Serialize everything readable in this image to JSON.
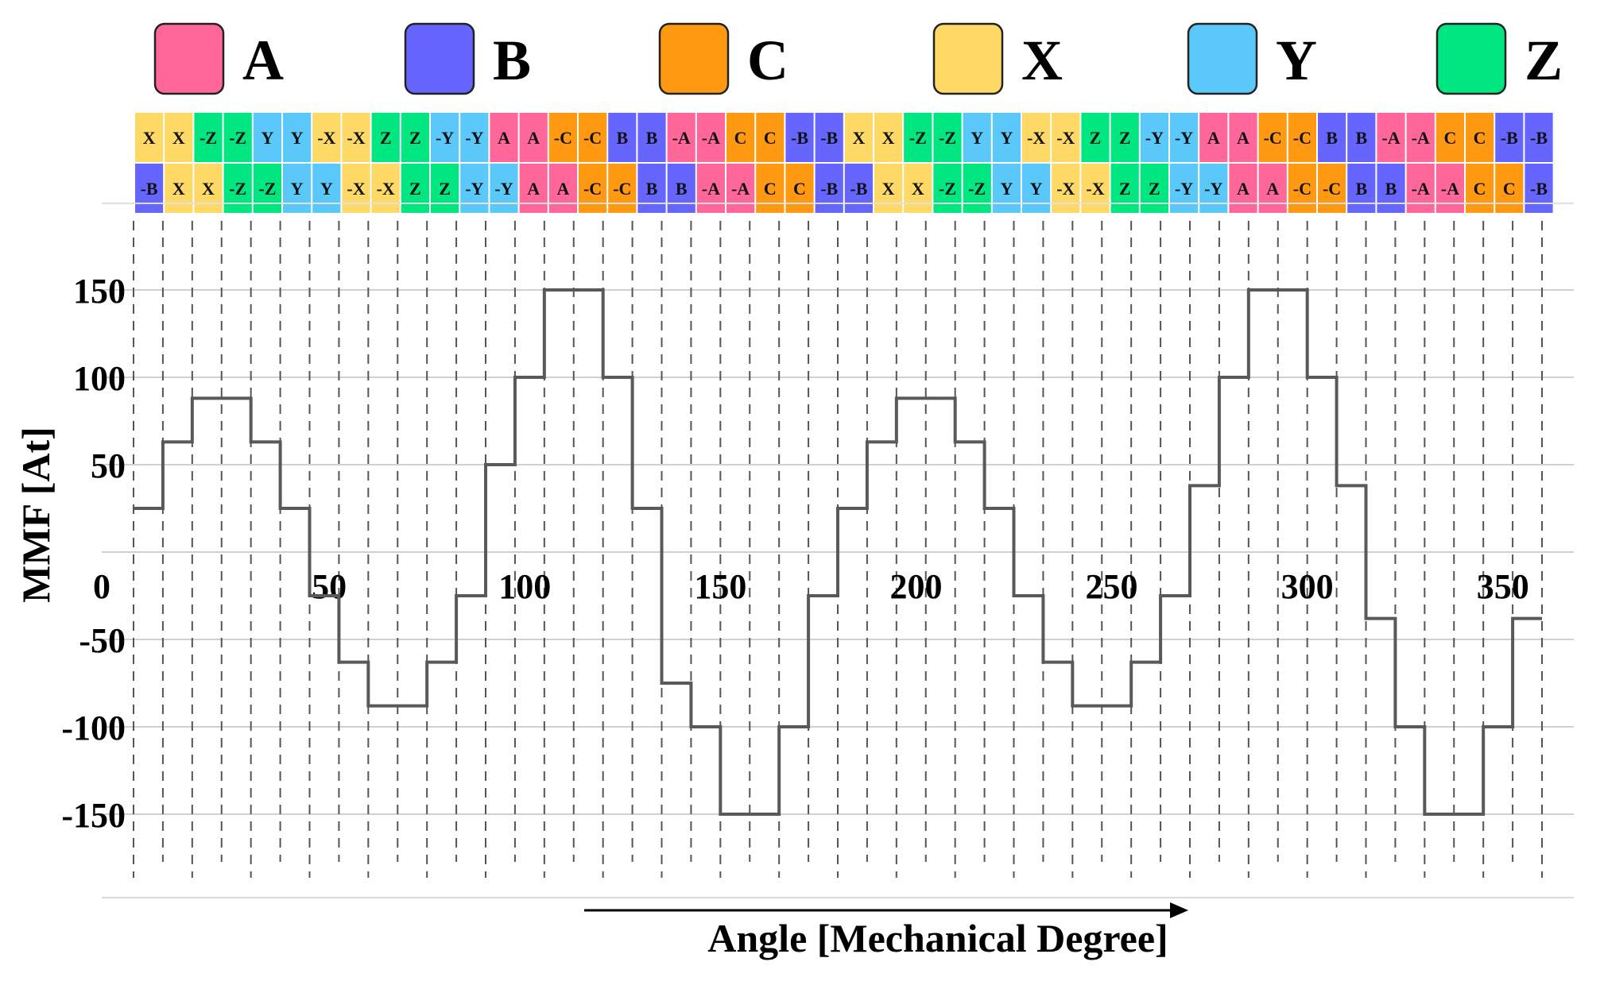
{
  "chart_data": {
    "type": "line",
    "xlabel": "Angle [Mechanical Degree]",
    "ylabel": "MMF [At]",
    "xlim": [
      0,
      360
    ],
    "ylim": [
      -150,
      150
    ],
    "x_ticks": [
      0,
      50,
      100,
      150,
      200,
      250,
      300,
      350
    ],
    "y_ticks": [
      150,
      100,
      50,
      -50,
      -100,
      -150
    ],
    "grid": "horizontal",
    "phases": [
      {
        "label": "A",
        "color": "#ff6699"
      },
      {
        "label": "B",
        "color": "#6666ff"
      },
      {
        "label": "C",
        "color": "#ff9911"
      },
      {
        "label": "X",
        "color": "#ffd966"
      },
      {
        "label": "Y",
        "color": "#5bc8fa"
      },
      {
        "label": "Z",
        "color": "#00e680"
      }
    ],
    "winding_layer_top": [
      "X",
      "X",
      "-Z",
      "-Z",
      "Y",
      "Y",
      "-X",
      "-X",
      "Z",
      "Z",
      "-Y",
      "-Y",
      "A",
      "A",
      "-C",
      "-C",
      "B",
      "B",
      "-A",
      "-A",
      "C",
      "C",
      "-B",
      "-B",
      "X",
      "X",
      "-Z",
      "-Z",
      "Y",
      "Y",
      "-X",
      "-X",
      "Z",
      "Z",
      "-Y",
      "-Y",
      "A",
      "A",
      "-C",
      "-C",
      "B",
      "B",
      "-A",
      "-A",
      "C",
      "C",
      "-B",
      "-B"
    ],
    "winding_layer_bottom": [
      "-B",
      "X",
      "X",
      "-Z",
      "-Z",
      "Y",
      "Y",
      "-X",
      "-X",
      "Z",
      "Z",
      "-Y",
      "-Y",
      "A",
      "A",
      "-C",
      "-C",
      "B",
      "B",
      "-A",
      "-A",
      "C",
      "C",
      "-B",
      "-B",
      "X",
      "X",
      "-Z",
      "-Z",
      "Y",
      "Y",
      "-X",
      "-X",
      "Z",
      "Z",
      "-Y",
      "-Y",
      "A",
      "A",
      "-C",
      "-C",
      "B",
      "B",
      "-A",
      "-A",
      "C",
      "C",
      "-B"
    ],
    "series": [
      {
        "x": [
          0,
          7.5,
          15,
          22.5,
          30,
          37.5,
          45,
          52.5,
          60,
          67.5,
          75,
          82.5,
          90,
          97.5,
          105,
          112.5,
          120,
          127.5,
          135,
          142.5,
          150,
          157.5,
          165,
          172.5,
          180,
          187.5,
          195,
          202.5,
          210,
          217.5,
          225,
          232.5,
          240,
          247.5,
          255,
          262.5,
          270,
          277.5,
          285,
          292.5,
          300,
          307.5,
          315,
          322.5,
          330,
          337.5,
          345,
          352.5,
          360
        ],
        "y": [
          25,
          63,
          88,
          88,
          63,
          25,
          -25,
          -63,
          -88,
          -88,
          -63,
          -25,
          50,
          100,
          150,
          150,
          100,
          25,
          -75,
          -100,
          -150,
          -150,
          -100,
          -25,
          25,
          63,
          88,
          88,
          63,
          25,
          -25,
          -63,
          -88,
          -88,
          -63,
          -25,
          38,
          100,
          150,
          150,
          100,
          38,
          -38,
          -100,
          -150,
          -150,
          -100,
          -38,
          -38
        ]
      }
    ],
    "angle_arrow": "right"
  }
}
